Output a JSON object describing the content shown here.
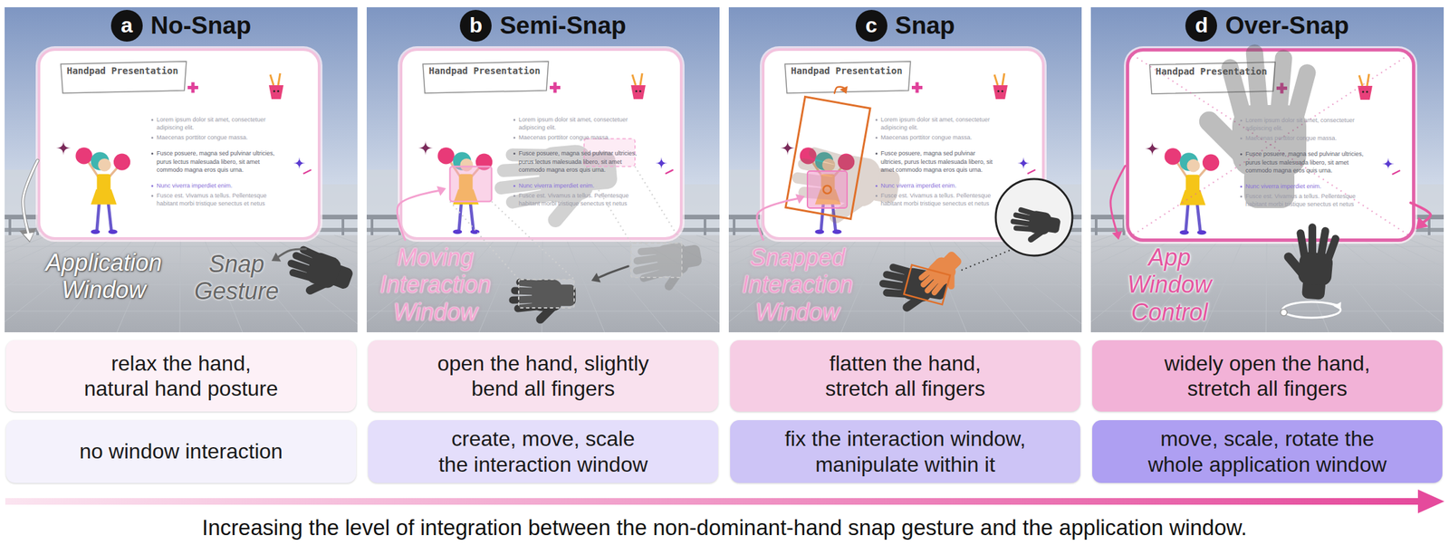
{
  "diagram": {
    "caption": "Increasing the level of integration between the non-dominant-hand snap gesture and the application window.",
    "nodes": [
      {
        "text": [
          "No-Snap"
        ]
      },
      {
        "text": [
          "a"
        ],
        "in": 0
      },
      {
        "text": [
          "Handpad Presentation",
          "Lorem ipsum dolor sit amet, consectetuer adipiscing elit.",
          "Maecenas porttitor congue massa.",
          "Fusce posuere, magna sed pulvinar ultricies, purus lectus malesuada libero, sit amet commodo magna eros quis urna.",
          "Nunc viverra imperdiet enim.",
          "Fusce est. Vivamus a tellus. Pellentesque habitant morbi tristique senectus et netus"
        ],
        "in": 0
      },
      {
        "text": [
          "Semi-Snap"
        ]
      },
      {
        "text": [
          "b"
        ],
        "in": 3
      },
      {
        "text": [
          "Handpad Presentation",
          "Lorem ipsum dolor sit amet, consectetuer adipiscing elit.",
          "Maecenas porttitor congue massa.",
          "Fusce posuere, magna sed pulvinar ultricies, purus lectus malesuada libero, sit amet commodo magna eros quis urna.",
          "Nunc viverra imperdiet enim.",
          "Fusce est. Vivamus a tellus. Pellentesque habitant morbi tristique senectus et netus"
        ],
        "in": 3
      },
      {
        "text": [
          "Snap"
        ]
      },
      {
        "text": [
          "c"
        ],
        "in": 6
      },
      {
        "text": [
          "Handpad Presentation",
          "Lorem ipsum dolor sit amet, consectetuer adipiscing elit.",
          "Maecenas porttitor congue massa.",
          "Fusce posuere, magna sed pulvinar ultricies, purus lectus malesuada libero, sit amet commodo magna eros quis urna.",
          "Nunc viverra imperdiet enim.",
          "Fusce est. Vivamus a tellus. Pellentesque habitant morbi tristique senectus et netus"
        ],
        "in": 6
      },
      {
        "text": [
          "Over-Snap"
        ]
      },
      {
        "text": [
          "d"
        ],
        "in": 9
      },
      {
        "text": [
          "Handpad Presentation",
          "Lorem ipsum dolor sit amet, consectetuer adipiscing elit.",
          "Maecenas porttitor congue massa.",
          "Fusce posuere, magna sed pulvinar ultricies, purus lectus malesuada libero, sit amet commodo magna eros quis urna.",
          "Nunc viverra imperdiet enim.",
          "Fusce est. Vivamus a tellus. Pellentesque habitant morbi tristique senectus et netus"
        ],
        "in": 9
      },
      {
        "text": [
          "relax the hand, natural hand posture"
        ]
      },
      {
        "text": [
          "open the hand, slightly bend all fingers"
        ]
      },
      {
        "text": [
          "flatten the hand, stretch all fingers"
        ]
      },
      {
        "text": [
          "widely open the hand, stretch all fingers"
        ]
      },
      {
        "text": [
          "no window interaction"
        ]
      },
      {
        "text": [
          "create, move, scale the interaction window"
        ]
      },
      {
        "text": [
          "fix the interaction window, manipulate within it"
        ]
      },
      {
        "text": [
          "move, scale, rotate the whole application window"
        ]
      }
    ],
    "labels": [
      "Application Window",
      "Snap Gesture",
      "Moving Interaction Window",
      "Snapped Interaction Window",
      "App Window Control"
    ]
  }
}
